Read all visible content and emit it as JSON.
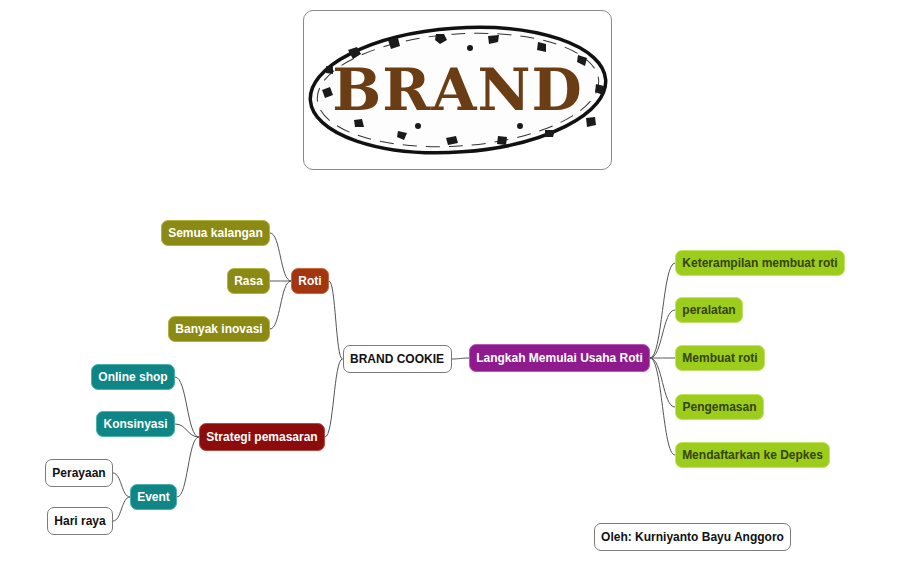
{
  "diagram": {
    "nodes": [
      {
        "text": [
          "BRAND"
        ]
      },
      {
        "text": [
          "Semua kalangan"
        ]
      },
      {
        "text": [
          "Roti"
        ]
      },
      {
        "text": [
          "Rasa"
        ]
      },
      {
        "text": [
          "Banyak inovasi"
        ]
      },
      {
        "text": [
          "BRAND COOKIE"
        ]
      },
      {
        "text": [
          "Langkah Memulai Usaha Roti"
        ]
      },
      {
        "text": [
          "Keterampilan membuat roti"
        ]
      },
      {
        "text": [
          "peralatan"
        ]
      },
      {
        "text": [
          "Membuat roti"
        ]
      },
      {
        "text": [
          "Pengemasan"
        ]
      },
      {
        "text": [
          "Mendaftarkan ke Depkes"
        ]
      },
      {
        "text": [
          "Online shop"
        ]
      },
      {
        "text": [
          "Strategi pemasaran"
        ]
      },
      {
        "text": [
          "Konsinyasi"
        ]
      },
      {
        "text": [
          "Perayaan"
        ]
      },
      {
        "text": [
          "Event"
        ]
      },
      {
        "text": [
          "Hari raya"
        ]
      },
      {
        "text": [
          "Oleh: Kurniyanto Bayu Anggoro"
        ]
      }
    ],
    "edges": [
      {
        "from": 5,
        "to": 2,
        "arrow": "none"
      },
      {
        "from": 5,
        "to": 6,
        "arrow": "none"
      },
      {
        "from": 5,
        "to": 13,
        "arrow": "none"
      },
      {
        "from": 2,
        "to": 1,
        "arrow": "none"
      },
      {
        "from": 2,
        "to": 3,
        "arrow": "none"
      },
      {
        "from": 2,
        "to": 4,
        "arrow": "none"
      },
      {
        "from": 6,
        "to": 7,
        "arrow": "none"
      },
      {
        "from": 6,
        "to": 8,
        "arrow": "none"
      },
      {
        "from": 6,
        "to": 9,
        "arrow": "none"
      },
      {
        "from": 6,
        "to": 10,
        "arrow": "none"
      },
      {
        "from": 6,
        "to": 11,
        "arrow": "none"
      },
      {
        "from": 13,
        "to": 12,
        "arrow": "none"
      },
      {
        "from": 13,
        "to": 14,
        "arrow": "none"
      },
      {
        "from": 13,
        "to": 16,
        "arrow": "none"
      },
      {
        "from": 16,
        "to": 15,
        "arrow": "none"
      },
      {
        "from": 16,
        "to": 17,
        "arrow": "none"
      }
    ]
  }
}
